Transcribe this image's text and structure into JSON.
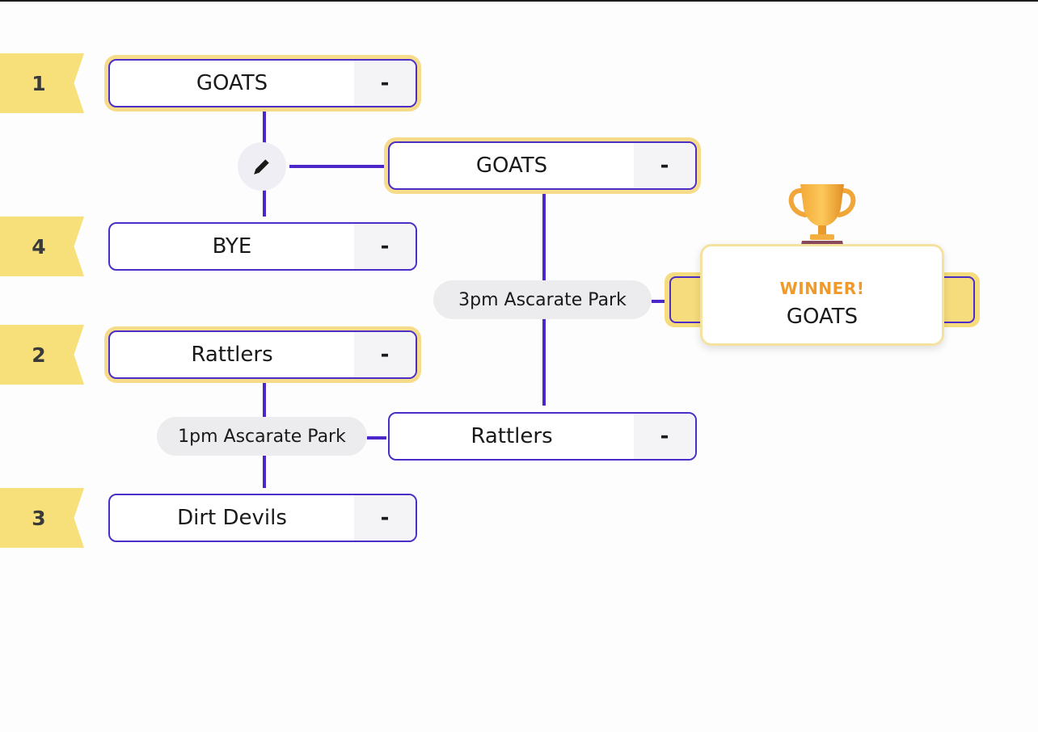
{
  "seeds": [
    "1",
    "4",
    "2",
    "3"
  ],
  "round1": [
    {
      "team": "GOATS",
      "score": "-"
    },
    {
      "team": "BYE",
      "score": "-"
    },
    {
      "team": "Rattlers",
      "score": "-"
    },
    {
      "team": "Dirt Devils",
      "score": "-"
    }
  ],
  "round2": [
    {
      "team": "GOATS",
      "score": "-"
    },
    {
      "team": "Rattlers",
      "score": "-"
    }
  ],
  "matches": {
    "semi2_location": "1pm Ascarate Park",
    "final_location": "3pm Ascarate Park"
  },
  "winner": {
    "label": "WINNER!",
    "team": "GOATS"
  },
  "icons": {
    "edit": "pencil-icon",
    "trophy": "trophy-icon"
  },
  "colors": {
    "connector": "#4b26c9",
    "seed_tag": "#f7e07a",
    "highlight": "#f6dc8a",
    "winner_label": "#ef9a2a"
  }
}
